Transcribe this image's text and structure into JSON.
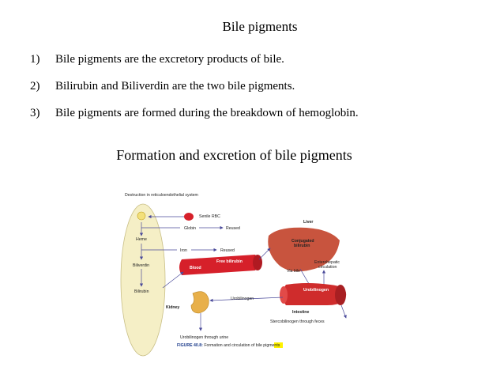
{
  "slide": {
    "title": "Bile pigments",
    "points": [
      {
        "num": "1)",
        "text": "Bile pigments are the excretory products of bile."
      },
      {
        "num": "2)",
        "text": "Bilirubin and Biliverdin are the two bile pigments."
      },
      {
        "num": "3)",
        "text": "Bile pigments are formed during the breakdown of hemoglobin."
      }
    ],
    "subtitle": "Formation and excretion of bile pigments"
  },
  "figure": {
    "header": "Destruction in reticuloendothelial system",
    "labels": {
      "senile_rbc": "Senile RBC",
      "globin": "Globin",
      "reused_1": "Reused",
      "heme": "Heme",
      "iron": "Iron",
      "reused_2": "Reused",
      "biliverdin": "Biliverdin",
      "free_bilirubin": "Free bilirubin",
      "blood": "Blood",
      "bilirubin": "Bilirubin",
      "liver": "Liver",
      "conjugated_1": "Conjugated",
      "conjugated_2": "bilirubin",
      "via_bile": "Via bile",
      "enterohepatic_1": "Enterohepatic",
      "enterohepatic_2": "circulation",
      "urobilinogen_int": "Urobilinogen",
      "intestine": "Intestine",
      "urobilinogen_mid": "Urobilinogen",
      "kidney": "Kidney",
      "stercobilinogen": "Stercobilinogen through feces",
      "urine": "Urobilinogen through urine"
    },
    "caption_label": "FIGURE 40.8:",
    "caption_pre": "Formation and circulation of ",
    "caption_highlight": "bile",
    "caption_post": " pigments",
    "colors": {
      "cell": "#f5efc6",
      "blood": "#d6202a",
      "liver": "#c8543e",
      "intestine": "#cf2c2c",
      "kidney": "#e8b04a",
      "arrow": "#4a4a9a",
      "highlight": "#fff200"
    }
  }
}
